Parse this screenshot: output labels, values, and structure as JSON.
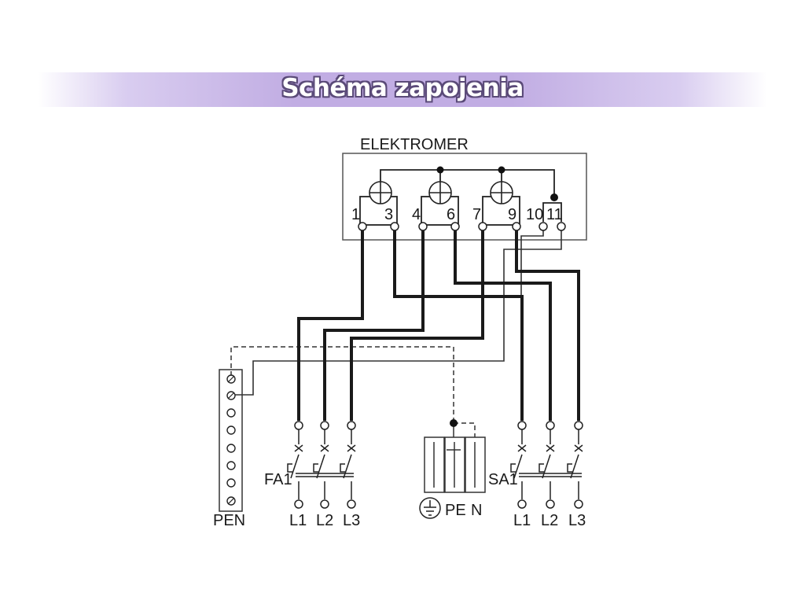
{
  "title": "Schéma zapojenia",
  "meter": {
    "label": "ELEKTROMER",
    "terminals": [
      "1",
      "3",
      "4",
      "6",
      "7",
      "9",
      "10",
      "11"
    ]
  },
  "pen_bar": {
    "label": "PEN"
  },
  "fa_group": {
    "label": "FA1",
    "phases": [
      "L1",
      "L2",
      "L3"
    ]
  },
  "sa_group": {
    "label": "SA1",
    "phases": [
      "L1",
      "L2",
      "L3"
    ]
  },
  "neutral_block": {
    "pe_label": "PE",
    "n_label": "N"
  }
}
